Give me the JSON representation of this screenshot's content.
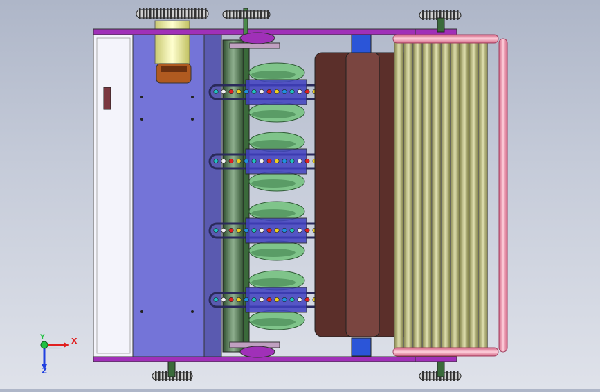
{
  "viewport": {
    "background_top": "#aeb6c8",
    "background_bottom": "#dfe2ea"
  },
  "model": {
    "colors": {
      "side_panel": "#f4f4fb",
      "gearbox": "#7474d8",
      "frame": "#a030b8",
      "shaft": "#3b6b3b",
      "disc": "#7fc48a",
      "chain": "#2a2a5a",
      "hopper": "#5b2f2a",
      "hopper_front": "#7a4540",
      "rollers": "#c8c890",
      "handle_rail": "#f0a0b8",
      "blue_block": "#2b55d8",
      "motor": "#f4f4b0",
      "motor_base": "#b05a20"
    }
  },
  "triad": {
    "x_label": "X",
    "y_label": "Y",
    "z_label": "Z",
    "x_color": "#e02020",
    "y_color": "#20c040",
    "z_color": "#2040e0"
  }
}
